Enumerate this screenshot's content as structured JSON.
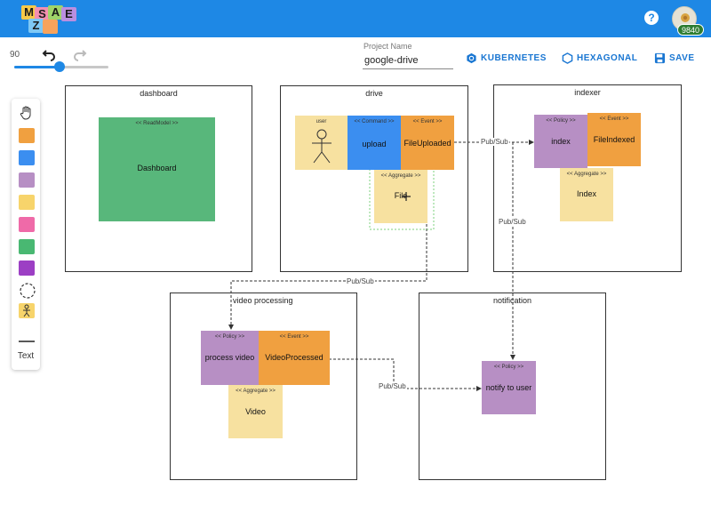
{
  "app": {
    "logo_letters": [
      "M",
      "S",
      "A",
      "E",
      "Z"
    ],
    "help_label": "?",
    "user_badge": "9840"
  },
  "toolbar": {
    "zoom": "90",
    "zoom_fraction": 0.48,
    "project_name_label": "Project Name",
    "project_name_value": "google-drive",
    "kubernetes_label": "KUBERNETES",
    "hexagonal_label": "HEXAGONAL",
    "save_label": "SAVE"
  },
  "palette": {
    "items": [
      {
        "name": "hand-tool-icon",
        "kind": "hand"
      },
      {
        "name": "palette-event-sticker",
        "color": "#f0a040"
      },
      {
        "name": "palette-command-sticker",
        "color": "#3b8ef0"
      },
      {
        "name": "palette-policy-sticker",
        "color": "#b78fc4"
      },
      {
        "name": "palette-aggregate-sticker",
        "color": "#f7d46b"
      },
      {
        "name": "palette-external-sticker",
        "color": "#ef6aa8"
      },
      {
        "name": "palette-readmodel-sticker",
        "color": "#49b872"
      },
      {
        "name": "palette-view-sticker",
        "color": "#9c3fc4"
      },
      {
        "name": "palette-boundedcontext-icon",
        "kind": "dashed-circle"
      },
      {
        "name": "palette-actor-sticker",
        "color": "#f7d46b",
        "kind": "actor"
      },
      {
        "name": "palette-line-tool",
        "kind": "line"
      }
    ],
    "text_tool_label": "Text"
  },
  "colors": {
    "event": "#f0a040",
    "command": "#3b8ef0",
    "policy": "#b78fc4",
    "aggregate": "#f7e1a0",
    "readmodel": "#58b77b",
    "actor": "#f7e1a0",
    "brand": "#1e88e5"
  },
  "contexts": {
    "dashboard": {
      "title": "dashboard"
    },
    "drive": {
      "title": "drive"
    },
    "indexer": {
      "title": "indexer"
    },
    "video": {
      "title": "video processing"
    },
    "notification": {
      "title": "notification"
    }
  },
  "stickers": {
    "dashboard_readmodel": {
      "type": "<< ReadModel >>",
      "name": "Dashboard"
    },
    "drive_actor": {
      "type": "user",
      "name": ""
    },
    "drive_command": {
      "type": "<< Command >>",
      "name": "upload"
    },
    "drive_event": {
      "type": "<< Event >>",
      "name": "FileUploaded"
    },
    "drive_aggregate": {
      "type": "<< Aggregate >>",
      "name": "File"
    },
    "indexer_policy": {
      "type": "<< Policy >>",
      "name": "index"
    },
    "indexer_event": {
      "type": "<< Event >>",
      "name": "FileIndexed"
    },
    "indexer_aggregate": {
      "type": "<< Aggregate >>",
      "name": "Index"
    },
    "video_policy": {
      "type": "<< Policy >>",
      "name": "process video"
    },
    "video_event": {
      "type": "<< Event >>",
      "name": "VideoProcessed"
    },
    "video_aggregate": {
      "type": "<< Aggregate >>",
      "name": "Video"
    },
    "notification_policy": {
      "type": "<< Policy >>",
      "name": "notify to user"
    }
  },
  "relations": {
    "rel1": "Pub/Sub",
    "rel2": "Pub/Sub",
    "rel3": "Pub/Sub",
    "rel4": "Pub/Sub"
  }
}
